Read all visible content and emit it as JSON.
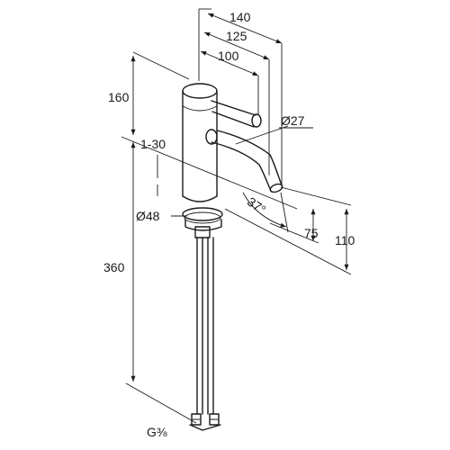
{
  "drawing": {
    "dimensions": {
      "d140": "140",
      "d125": "125",
      "d100": "100",
      "d160": "160",
      "d27": "Ø27",
      "d1_30": "1-30",
      "d48": "Ø48",
      "d37": "37°",
      "d75": "75",
      "d110": "110",
      "d360": "360",
      "thread": "G⅜"
    }
  },
  "colors": {
    "line": "#1a1a1a",
    "background": "#ffffff"
  }
}
